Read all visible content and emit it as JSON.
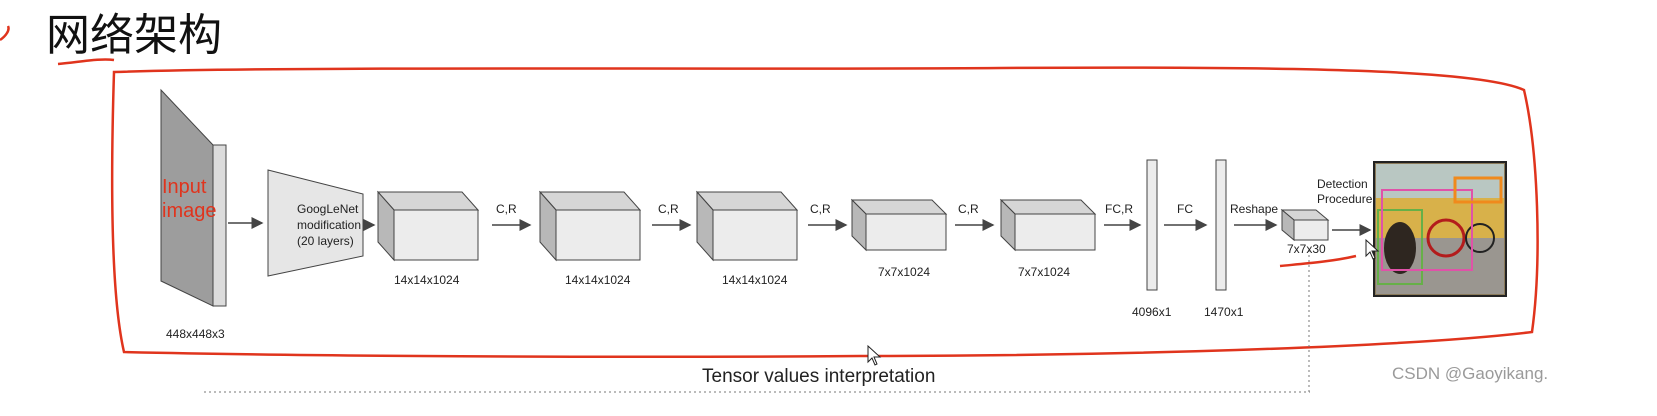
{
  "title": "网络架构",
  "input_label": [
    "Input",
    "image"
  ],
  "input_size": "448x448x3",
  "googlenet": {
    "line1": "GoogLeNet",
    "line2": "modification",
    "line3": "(20 layers)"
  },
  "blocks": [
    {
      "size": "14x14x1024"
    },
    {
      "size": "14x14x1024"
    },
    {
      "size": "14x14x1024"
    },
    {
      "size": "7x7x1024"
    },
    {
      "size": "7x7x1024"
    }
  ],
  "arrow_labels": [
    "C,R",
    "C,R",
    "C,R",
    "C,R",
    "FC,R",
    "FC",
    "Reshape"
  ],
  "fc_layers": [
    {
      "size": "4096x1"
    },
    {
      "size": "1470x1"
    }
  ],
  "output_size": "7x7x30",
  "detection_label": [
    "Detection",
    "Procedure"
  ],
  "caption": "Tensor values interpretation",
  "watermark": "CSDN @Gaoyikang.",
  "colors": {
    "annotation": "#e0341d",
    "front_face": "#ececec",
    "side_face": "#b8b8b8",
    "top_face": "#d6d6d6"
  }
}
